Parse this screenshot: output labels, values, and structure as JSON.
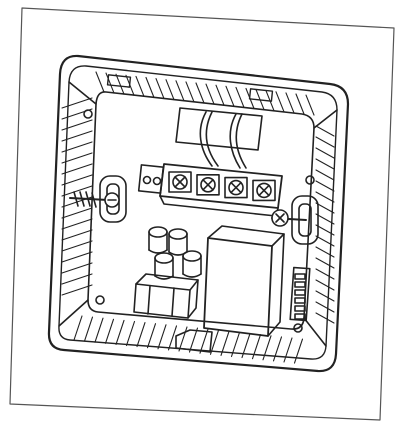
{
  "figure": {
    "subject": "thermostat-wall-box-exploded-line-drawing",
    "style": "monochrome technical line art",
    "colors": {
      "ink": "#222222",
      "paper": "#ffffff",
      "frame": "#555555"
    },
    "parts": {
      "terminal_blocks": 4,
      "mounting_screws": 2,
      "capacitors": 4,
      "relay": 1,
      "transformer": 1,
      "pin_header_pins": 6
    },
    "text_labels": []
  }
}
